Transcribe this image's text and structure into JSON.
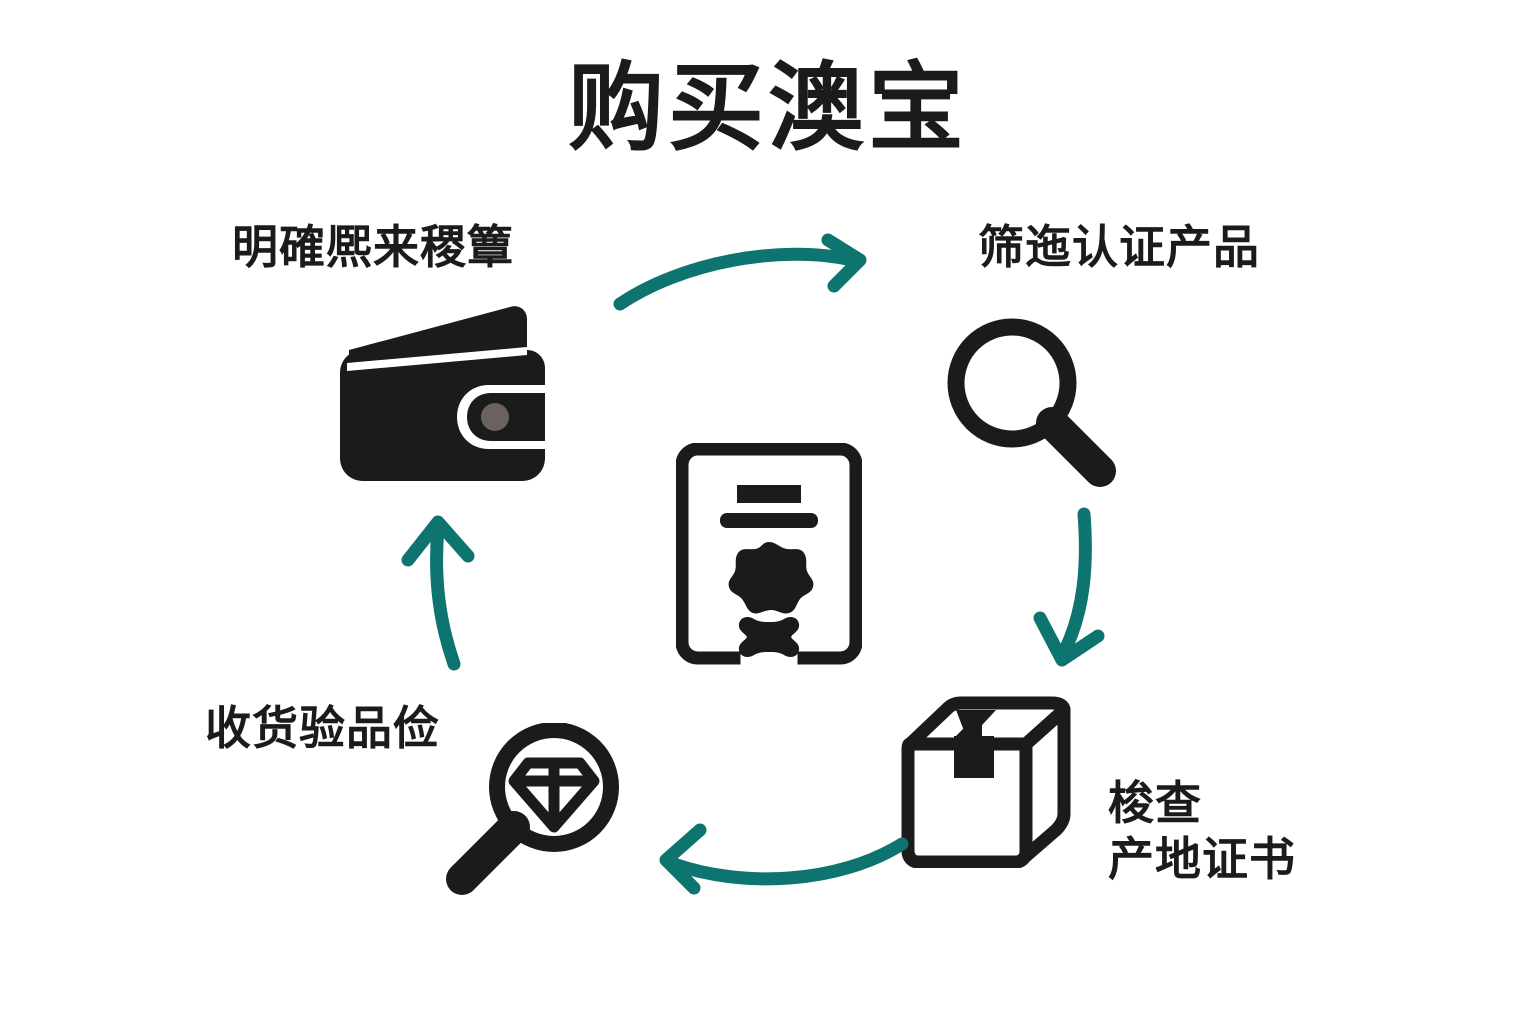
{
  "title": "购买澳宝",
  "colors": {
    "ink": "#1b1b1b",
    "arrow_teal": "#0e7470",
    "background": "#ffffff",
    "wallet_coin": "#6b625f"
  },
  "steps": [
    {
      "id": "wallet",
      "label": "明確熈来稷簟",
      "icon": "wallet-icon",
      "position": "top-left"
    },
    {
      "id": "search",
      "label": "筛迤认证产品",
      "icon": "magnifier-icon",
      "position": "top-right"
    },
    {
      "id": "box",
      "label_line1": "梭查",
      "label_line2": "产地证书",
      "icon": "package-box-icon",
      "position": "bottom-right"
    },
    {
      "id": "gem",
      "label": "收货验品俭",
      "icon": "gem-magnifier-icon",
      "position": "bottom-left"
    }
  ],
  "center": {
    "icon": "certificate-icon"
  },
  "arrows": [
    {
      "id": "top",
      "icon": "curved-arrow-right-icon",
      "direction": "right"
    },
    {
      "id": "right",
      "icon": "curved-arrow-down-icon",
      "direction": "down"
    },
    {
      "id": "bottom",
      "icon": "curved-arrow-left-icon",
      "direction": "left"
    },
    {
      "id": "left",
      "icon": "curved-arrow-up-icon",
      "direction": "up"
    }
  ]
}
